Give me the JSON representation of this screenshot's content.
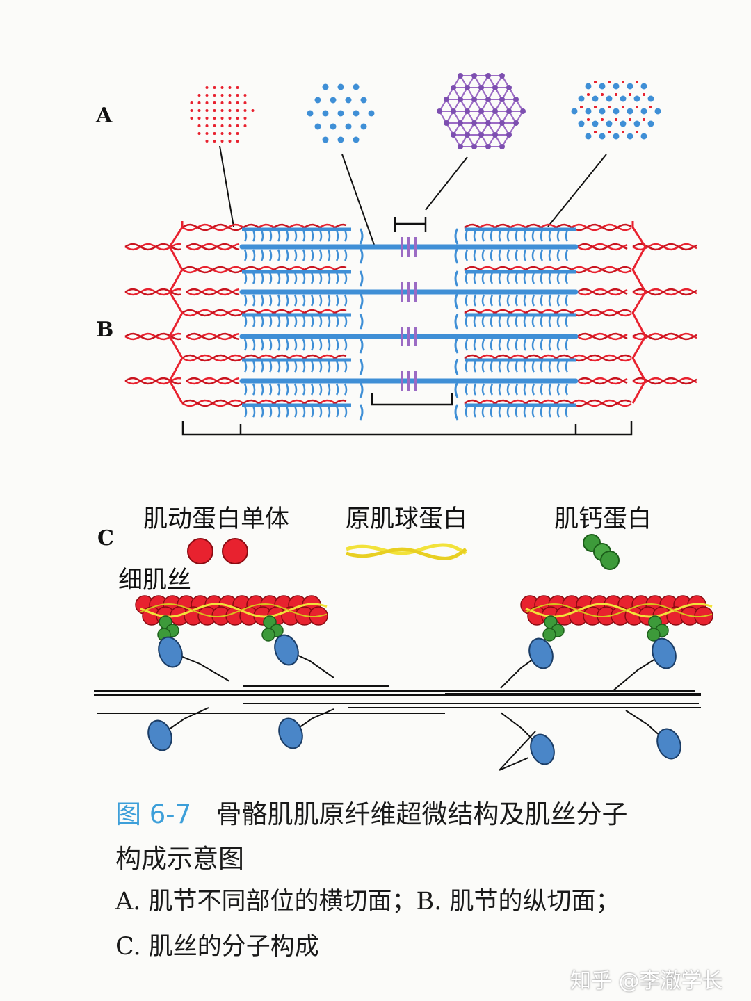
{
  "panel_labels": {
    "a": "A",
    "b": "B",
    "c": "C"
  },
  "legend": {
    "actin_monomer": "肌动蛋白单体",
    "tropomyosin": "原肌球蛋白",
    "troponin": "肌钙蛋白",
    "thin_filament": "细肌丝"
  },
  "caption": {
    "figure_number": "图 6-7",
    "title_line1": "骨骼肌肌原纤维超微结构及肌丝分子",
    "title_line2": "构成示意图",
    "line3": "A. 肌节不同部位的横切面；B. 肌节的纵切面；",
    "line4": "C. 肌丝的分子构成"
  },
  "watermark": "知乎 @李澈学长",
  "colors": {
    "thin_filament": "#e8222f",
    "thick_filament": "#3f8fd6",
    "m_line": "#9b6bc4",
    "tropomyosin": "#f2e23a",
    "troponin": "#3d9a3a",
    "myosin_head": "#4a86c8",
    "caption_accent": "#3d9fd9"
  }
}
